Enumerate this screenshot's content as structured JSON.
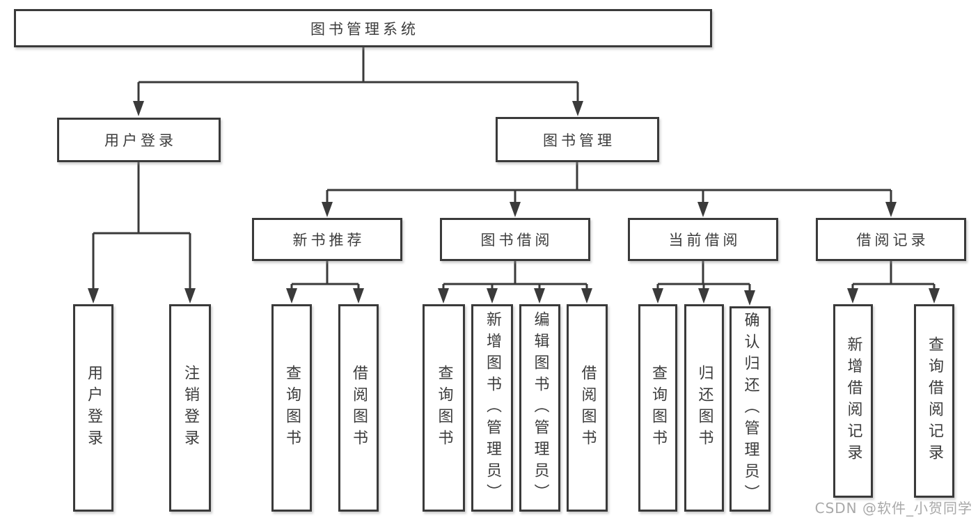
{
  "tree": {
    "label": "图书管理系统",
    "children": [
      {
        "label": "用户登录",
        "children": [
          {
            "label": "用户登录"
          },
          {
            "label": "注销登录"
          }
        ]
      },
      {
        "label": "图书管理",
        "children": [
          {
            "label": "新书推荐",
            "children": [
              {
                "label": "查询图书"
              },
              {
                "label": "借阅图书"
              }
            ]
          },
          {
            "label": "图书借阅",
            "children": [
              {
                "label": "查询图书"
              },
              {
                "label": "新增图书（管理员）"
              },
              {
                "label": "编辑图书（管理员）"
              },
              {
                "label": "借阅图书"
              }
            ]
          },
          {
            "label": "当前借阅",
            "children": [
              {
                "label": "查询图书"
              },
              {
                "label": "归还图书"
              },
              {
                "label": "确认归还（管理员）"
              }
            ]
          },
          {
            "label": "借阅记录",
            "children": [
              {
                "label": "新增借阅记录"
              },
              {
                "label": "查询借阅记录"
              }
            ]
          }
        ]
      }
    ]
  },
  "watermark": {
    "text": "CSDN @软件_小贺同学"
  },
  "colors": {
    "line": "#3a3a3a",
    "text": "#3c3c3c",
    "background": "#ffffff",
    "watermark": "#a9a9a9"
  }
}
